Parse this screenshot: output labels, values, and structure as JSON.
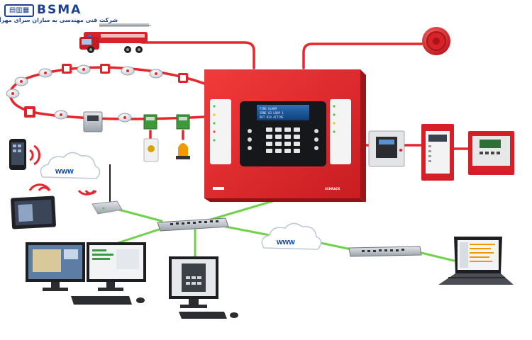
{
  "brand": {
    "logo_text": "BSMA",
    "tagline": "شرکت فنی مهندسی به سازان سرای مهرآهنگ",
    "primary_color": "#1c3f8f",
    "accent_color": "#d32027"
  },
  "network": {
    "cloud_left_label": "www",
    "cloud_right_label": "www",
    "fire_line_color": "#e8262e",
    "data_line_color": "#6fd24a"
  },
  "panel": {
    "brand_label": "SCHRACK",
    "lcd_lines": [
      "FIRE ALARM",
      "ZONE 03  LOOP 1",
      "DET 014 ACTIVE"
    ]
  }
}
